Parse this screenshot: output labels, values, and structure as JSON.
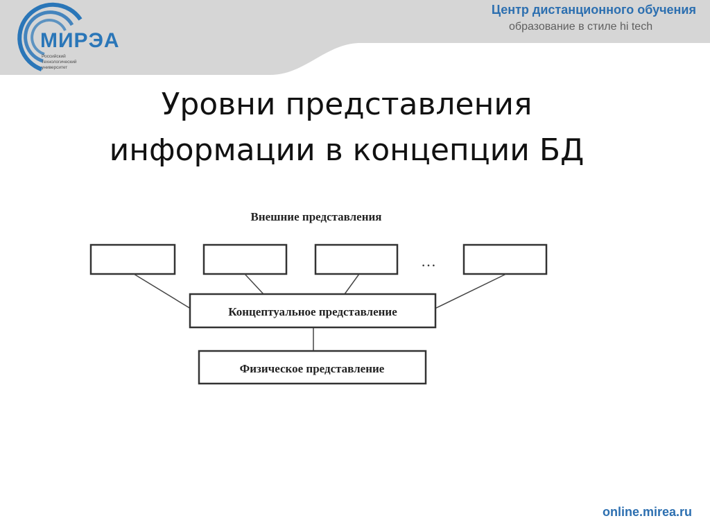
{
  "header": {
    "logo_text": "МИРЭА",
    "logo_subtitle": "Российский технологический университет",
    "center_title": "Центр дистанционного обучения",
    "center_subtitle": "образование в стиле hi tech"
  },
  "slide": {
    "title_lines": [
      "Уровни представления",
      "информации в концепции БД"
    ]
  },
  "diagram": {
    "external_label": "Внешние представления",
    "ellipsis": "…",
    "conceptual_label": "Концептуальное представление",
    "physical_label": "Физическое представление"
  },
  "footer": {
    "url": "online.mirea.ru"
  },
  "colors": {
    "accent_blue": "#2c6fb0",
    "band_gray": "#d6d6d6"
  }
}
